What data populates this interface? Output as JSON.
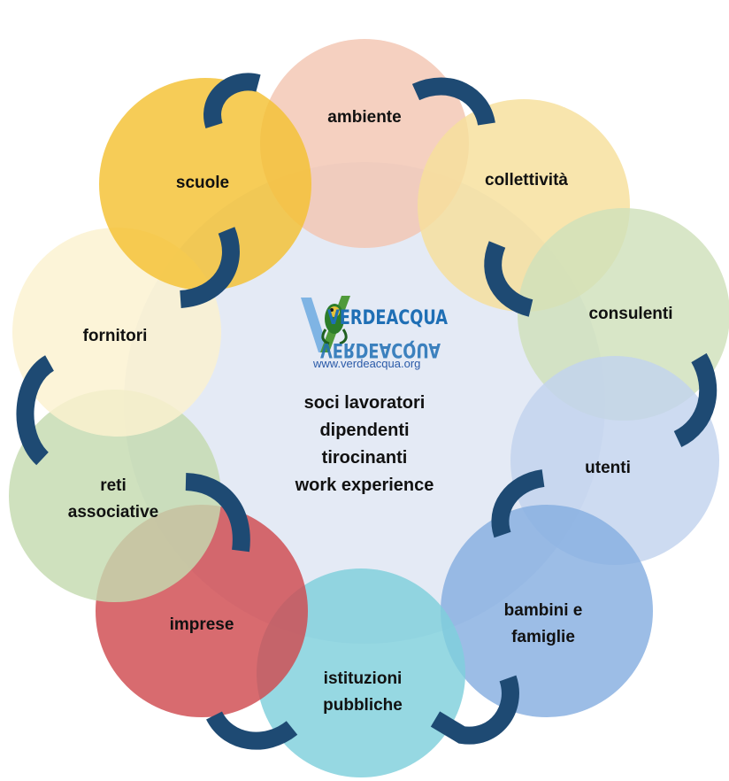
{
  "center": {
    "lines": [
      "soci lavoratori",
      "dipendenti",
      "tirocinanti",
      "work experience"
    ],
    "color": "#dfe6f3"
  },
  "logo": {
    "word": "VERDEACQUA",
    "mirrored_word": "VERDEACQUA",
    "url": "www.verdeacqua.org",
    "colors": {
      "green": "#4f9a3a",
      "blue": "#1f6fb5",
      "light_blue": "#7fb4e4"
    }
  },
  "nodes": [
    {
      "id": "ambiente",
      "lines": [
        "ambiente"
      ],
      "color": "#f3c6b2"
    },
    {
      "id": "collettivita",
      "lines": [
        "collettività"
      ],
      "color": "#f7df9b"
    },
    {
      "id": "consulenti",
      "lines": [
        "consulenti"
      ],
      "color": "#cfe1bb"
    },
    {
      "id": "utenti",
      "lines": [
        "utenti"
      ],
      "color": "#c2d3ee"
    },
    {
      "id": "bambini",
      "lines": [
        "bambini e",
        "famiglie"
      ],
      "color": "#86afe0"
    },
    {
      "id": "istituzioni",
      "lines": [
        "istituzioni",
        "pubbliche"
      ],
      "color": "#7fd0dc"
    },
    {
      "id": "imprese",
      "lines": [
        "imprese"
      ],
      "color": "#cf4a4f"
    },
    {
      "id": "reti",
      "lines": [
        "reti",
        "associative"
      ],
      "color": "#c5dbb0"
    },
    {
      "id": "fornitori",
      "lines": [
        "fornitori"
      ],
      "color": "#fbf1cf"
    },
    {
      "id": "scuole",
      "lines": [
        "scuole"
      ],
      "color": "#f4c132"
    }
  ],
  "arrow_color": "#1e4a73"
}
